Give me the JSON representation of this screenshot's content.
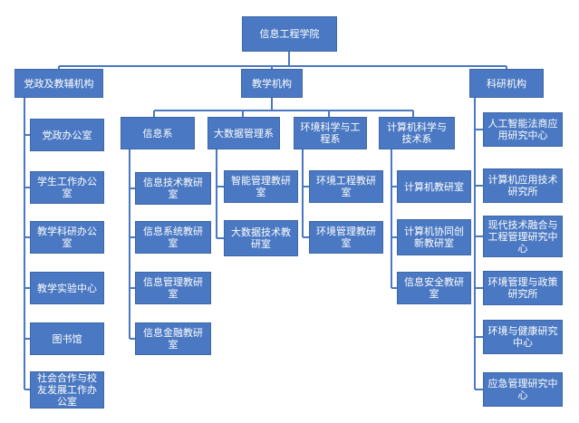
{
  "colors": {
    "box_fill": "#4a78c2",
    "box_text": "#ffffff",
    "connector": "#4a78c2"
  },
  "root": {
    "label": "信息工程学院"
  },
  "branches": {
    "party": {
      "label": "党政及教辅机构",
      "items": [
        "党政办公室",
        "学生工作办公室",
        "教学科研办公室",
        "教学实验中心",
        "图书馆",
        "社会合作与校友发展工作办公室"
      ]
    },
    "teaching": {
      "label": "教学机构",
      "departments": [
        {
          "label": "信息系",
          "items": [
            "信息技术教研室",
            "信息系统教研室",
            "信息管理教研室",
            "信息金融教研室"
          ]
        },
        {
          "label": "大数据管理系",
          "items": [
            "智能管理教研室",
            "大数据技术教研室"
          ]
        },
        {
          "label": "环境科学与工程系",
          "items": [
            "环境工程教研室",
            "环境管理教研室"
          ]
        },
        {
          "label": "计算机科学与技术系",
          "items": [
            "计算机教研室",
            "计算机协同创新教研室",
            "信息安全教研室"
          ]
        }
      ]
    },
    "research": {
      "label": "科研机构",
      "items": [
        "人工智能法商应用研究中心",
        "计算机应用技术研究所",
        "现代技术融合与工程管理研究中心",
        "环境管理与政策研究所",
        "环境与健康研究中心",
        "应急管理研究中心"
      ]
    }
  }
}
